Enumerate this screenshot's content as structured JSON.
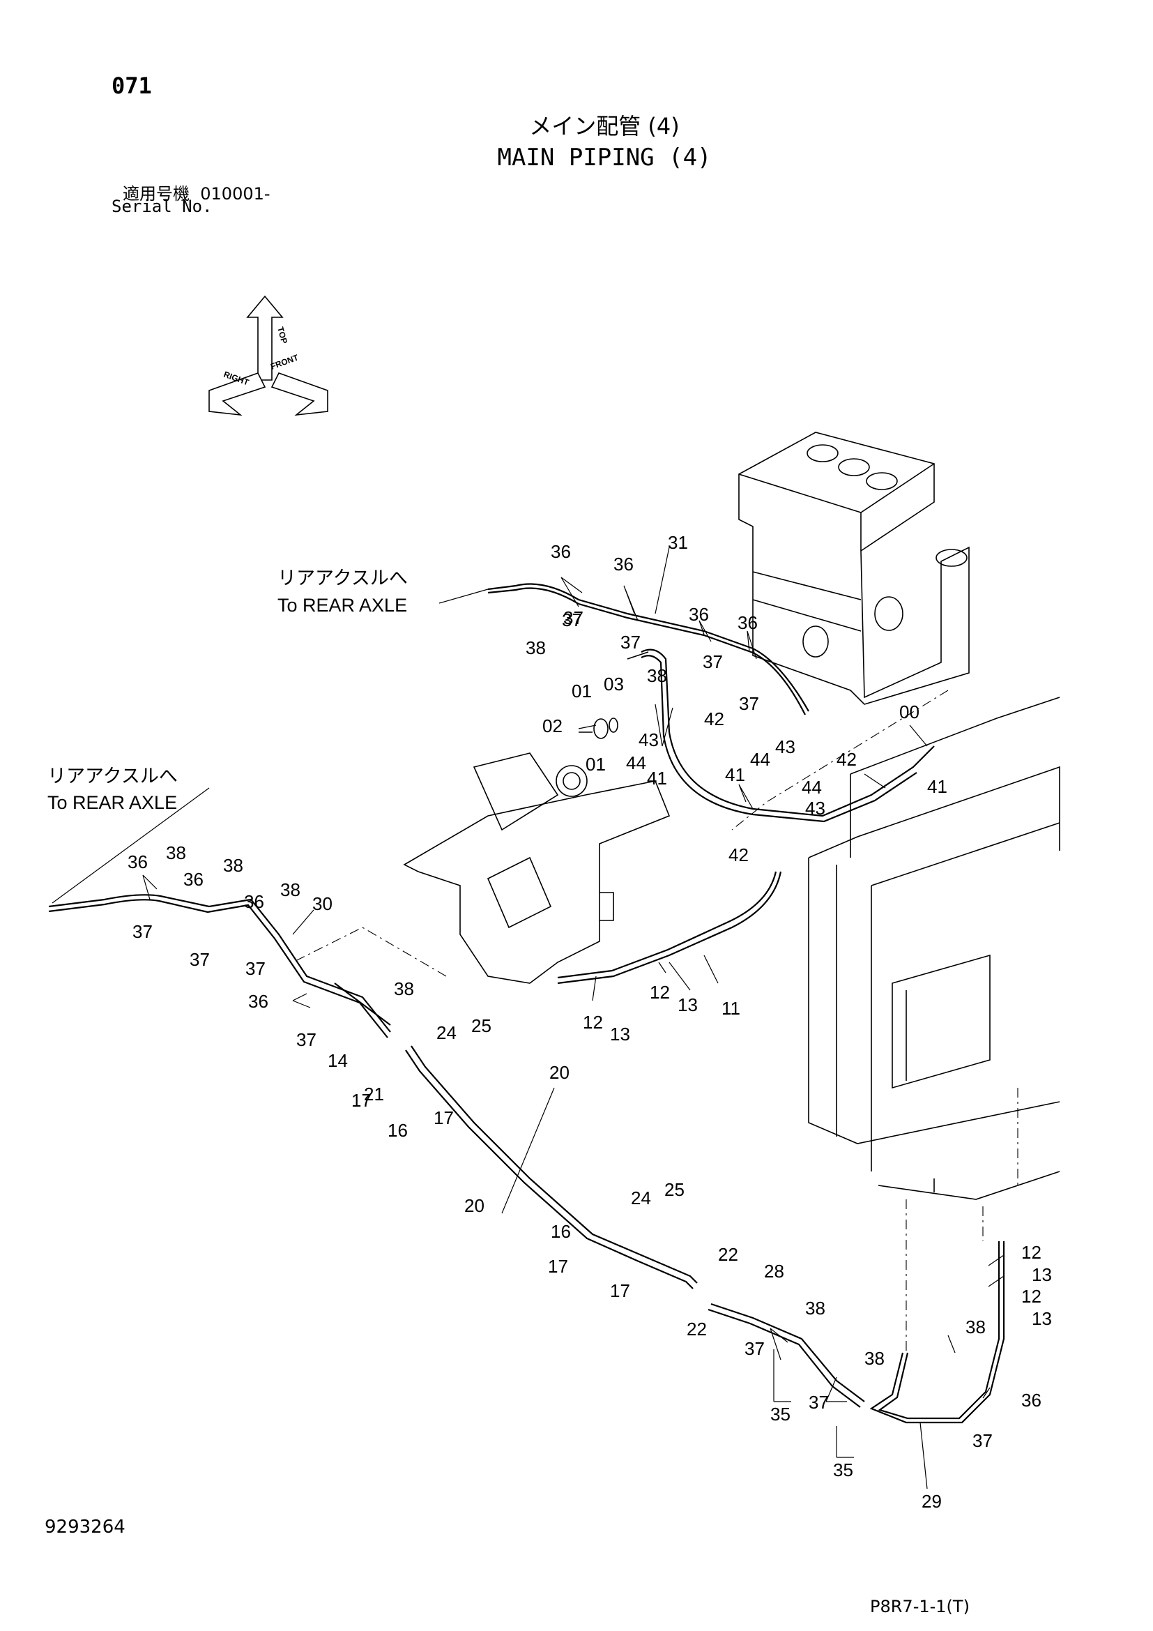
{
  "header": {
    "page_number": "071",
    "title_jp": "メイン配管 (4)",
    "title_en": "MAIN PIPING (4)",
    "serial_label_jp": "適用号機",
    "serial_value": "010001-",
    "serial_label_en": "Serial No."
  },
  "orientation": {
    "top": "TOP",
    "right": "RIGHT",
    "front": "FRONT"
  },
  "notes": {
    "rear_axle_1_jp": "リアアクスルへ",
    "rear_axle_1_en": "To REAR AXLE",
    "rear_axle_2_jp": "リアアクスルへ",
    "rear_axle_2_en": "To REAR AXLE"
  },
  "callouts": [
    "36",
    "36",
    "31",
    "37",
    "37",
    "38",
    "36",
    "37",
    "38",
    "36",
    "37",
    "37",
    "01",
    "03",
    "02",
    "42",
    "43",
    "01",
    "44",
    "41",
    "00",
    "42",
    "41",
    "44",
    "43",
    "41",
    "44",
    "43",
    "42",
    "38",
    "36",
    "36",
    "38",
    "38",
    "36",
    "30",
    "37",
    "37",
    "37",
    "38",
    "36",
    "37",
    "12",
    "13",
    "11",
    "12",
    "13",
    "14",
    "24",
    "25",
    "21",
    "17",
    "16",
    "17",
    "20",
    "20",
    "24",
    "25",
    "16",
    "17",
    "17",
    "22",
    "22",
    "28",
    "38",
    "37",
    "35",
    "38",
    "37",
    "35",
    "38",
    "36",
    "37",
    "29",
    "12",
    "13",
    "12",
    "13"
  ],
  "footer": {
    "doc_number": "9293264",
    "figure_ref": "P8R7-1-1(T)"
  }
}
